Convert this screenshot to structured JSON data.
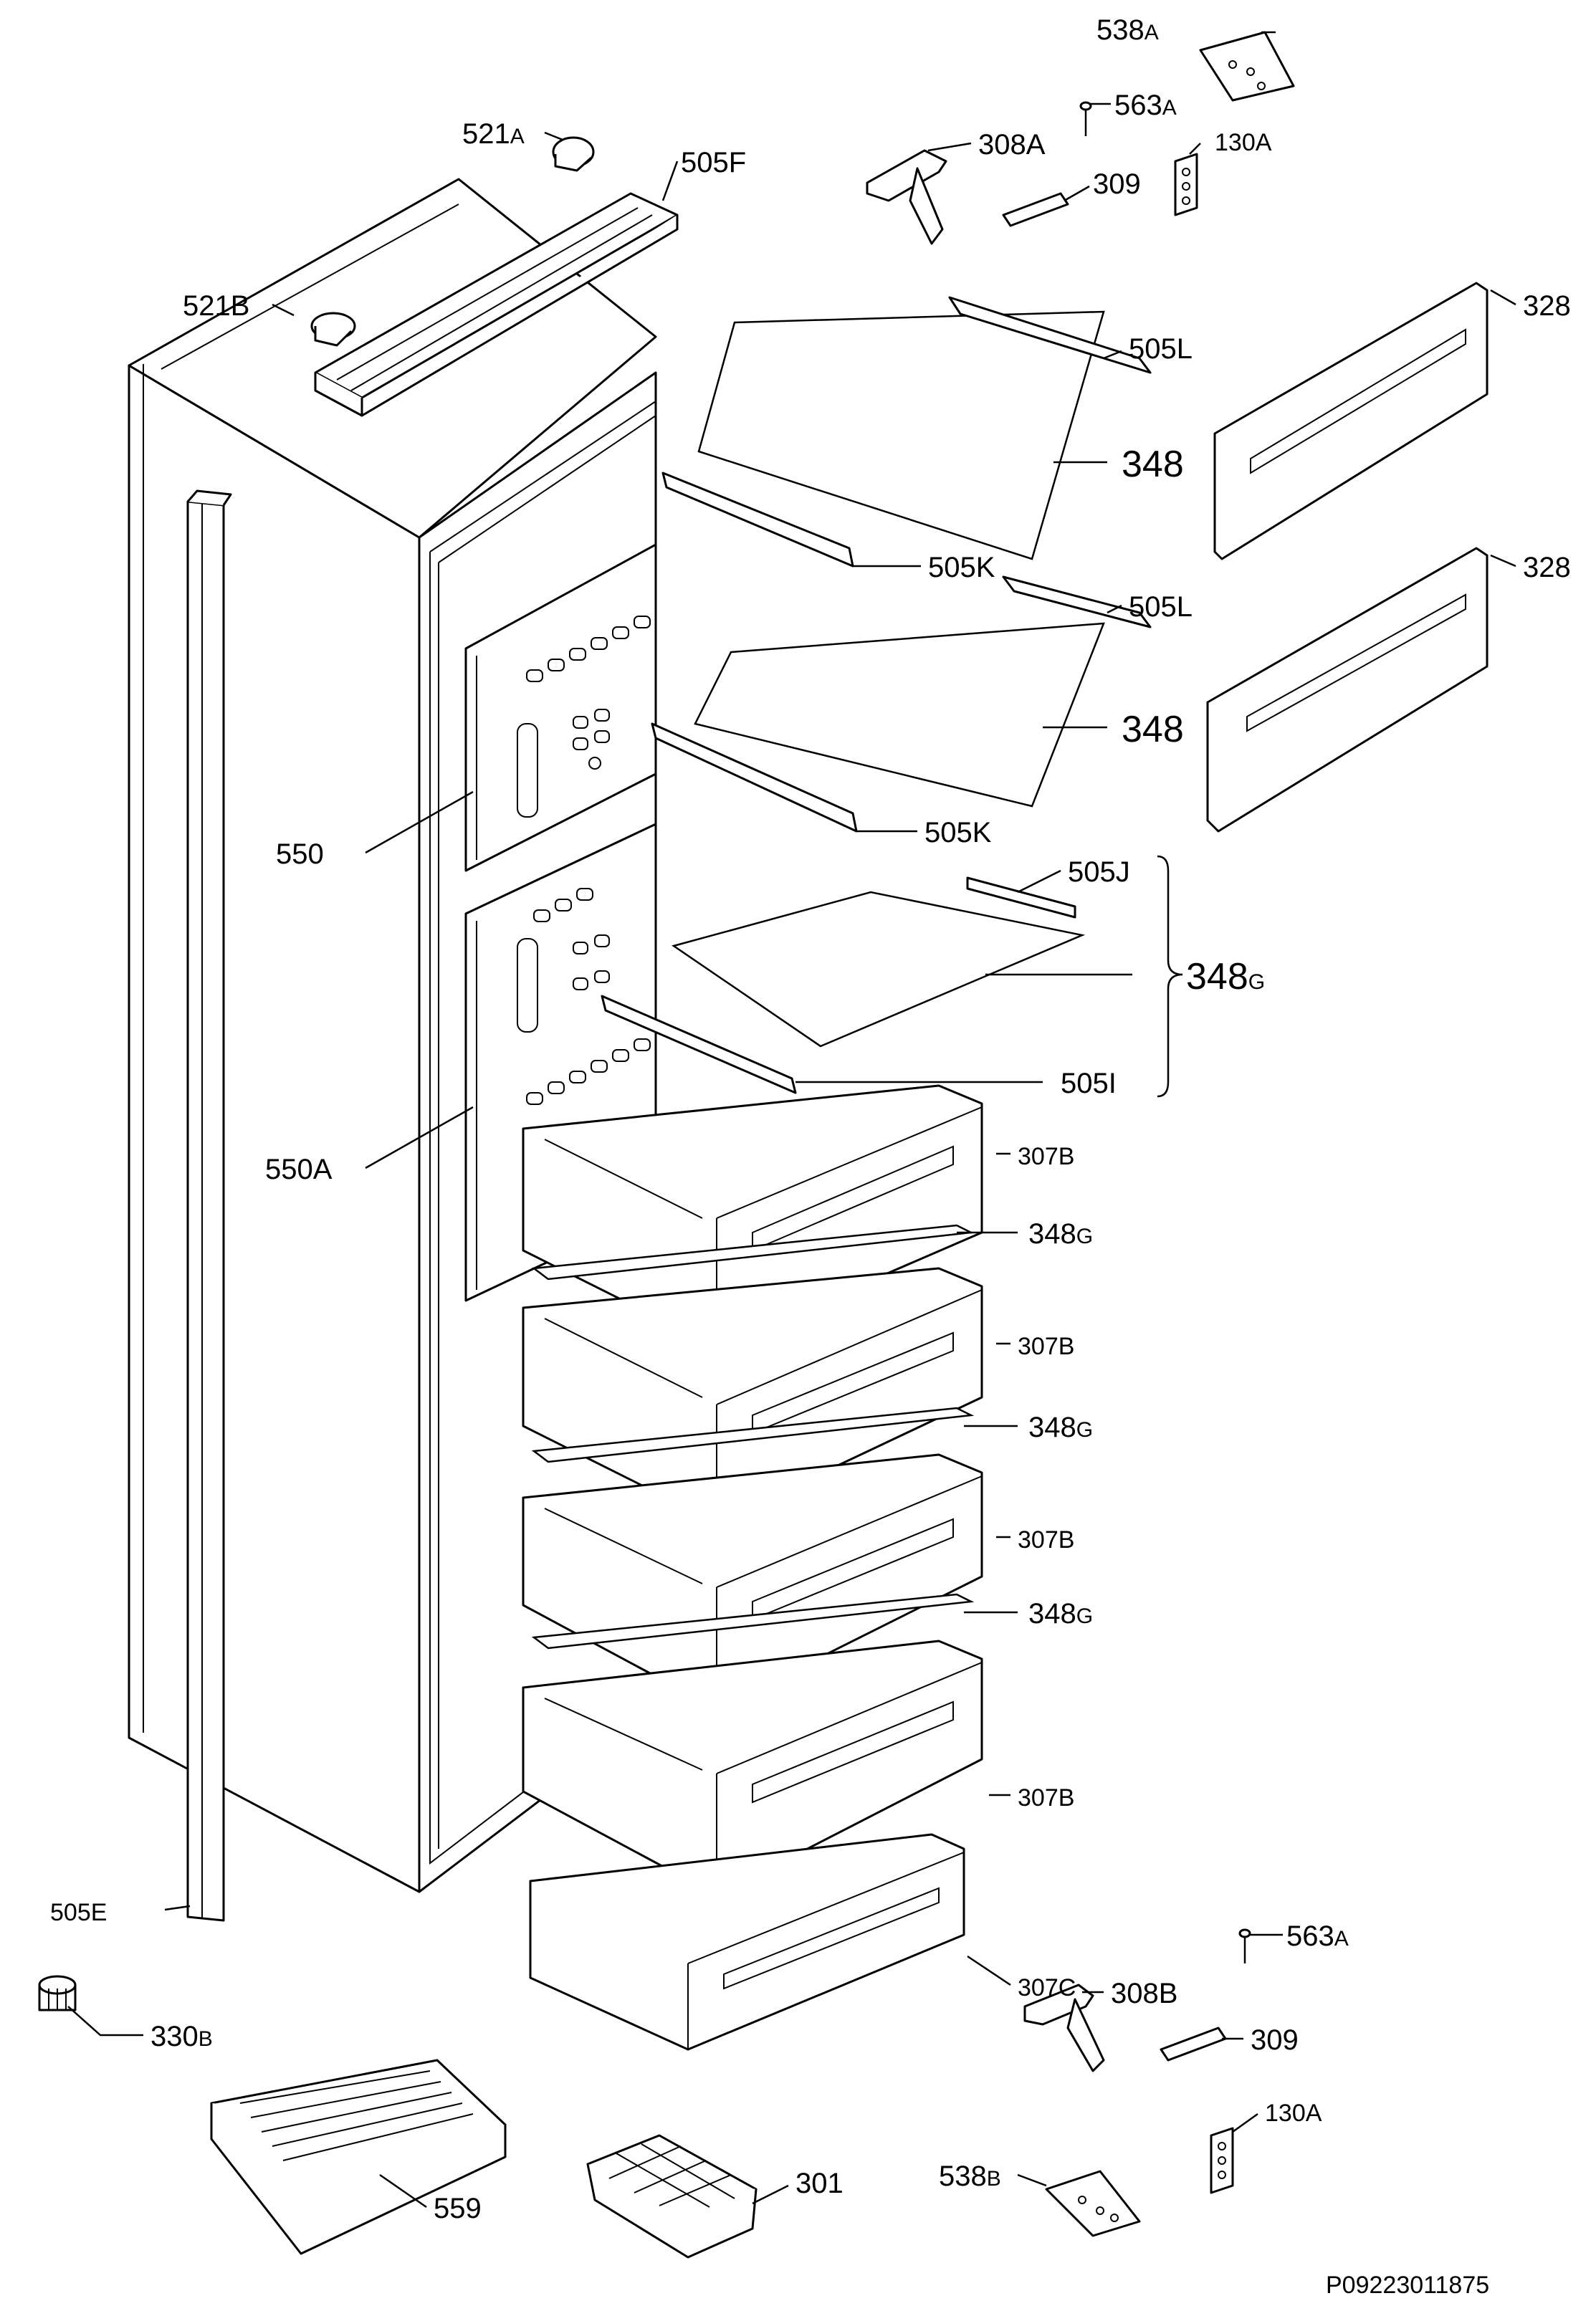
{
  "drawing_code": "P09223011875",
  "labels": {
    "l538a": {
      "num": "538",
      "sfx": "A"
    },
    "l563a_top": {
      "num": "563",
      "sfx": "A"
    },
    "l308a": {
      "num": "308A",
      "sfx": ""
    },
    "l130a_top": {
      "num": "130A",
      "sfx": ""
    },
    "l309_top": {
      "num": "309",
      "sfx": ""
    },
    "l521a": {
      "num": "521",
      "sfx": "A"
    },
    "l505f": {
      "num": "505F",
      "sfx": ""
    },
    "l521b": {
      "num": "521B",
      "sfx": ""
    },
    "l505l_1": {
      "num": "505L",
      "sfx": ""
    },
    "l328_1": {
      "num": "328",
      "sfx": ""
    },
    "l348_1": {
      "num": "348",
      "sfx": ""
    },
    "l505k_1": {
      "num": "505K",
      "sfx": ""
    },
    "l505l_2": {
      "num": "505L",
      "sfx": ""
    },
    "l328_2": {
      "num": "328",
      "sfx": ""
    },
    "l348_2": {
      "num": "348",
      "sfx": ""
    },
    "l505k_2": {
      "num": "505K",
      "sfx": ""
    },
    "l505j": {
      "num": "505J",
      "sfx": ""
    },
    "l348g_brace": {
      "num": "348",
      "sfx": "G"
    },
    "l505i": {
      "num": "505I",
      "sfx": ""
    },
    "l550": {
      "num": "550",
      "sfx": ""
    },
    "l550a": {
      "num": "550A",
      "sfx": ""
    },
    "l307b_1": {
      "num": "307B",
      "sfx": ""
    },
    "l348g_1": {
      "num": "348",
      "sfx": "G"
    },
    "l307b_2": {
      "num": "307B",
      "sfx": ""
    },
    "l348g_2": {
      "num": "348",
      "sfx": "G"
    },
    "l307b_3": {
      "num": "307B",
      "sfx": ""
    },
    "l348g_3": {
      "num": "348",
      "sfx": "G"
    },
    "l307b_4": {
      "num": "307B",
      "sfx": ""
    },
    "l505e": {
      "num": "505E",
      "sfx": ""
    },
    "l307c": {
      "num": "307C",
      "sfx": ""
    },
    "l563a_bot": {
      "num": "563",
      "sfx": "A"
    },
    "l308b": {
      "num": "308B",
      "sfx": ""
    },
    "l330b": {
      "num": "330",
      "sfx": "B"
    },
    "l309_bot": {
      "num": "309",
      "sfx": ""
    },
    "l130a_bot": {
      "num": "130A",
      "sfx": ""
    },
    "l538b": {
      "num": "538",
      "sfx": "B"
    },
    "l301": {
      "num": "301",
      "sfx": ""
    },
    "l559": {
      "num": "559",
      "sfx": ""
    }
  }
}
